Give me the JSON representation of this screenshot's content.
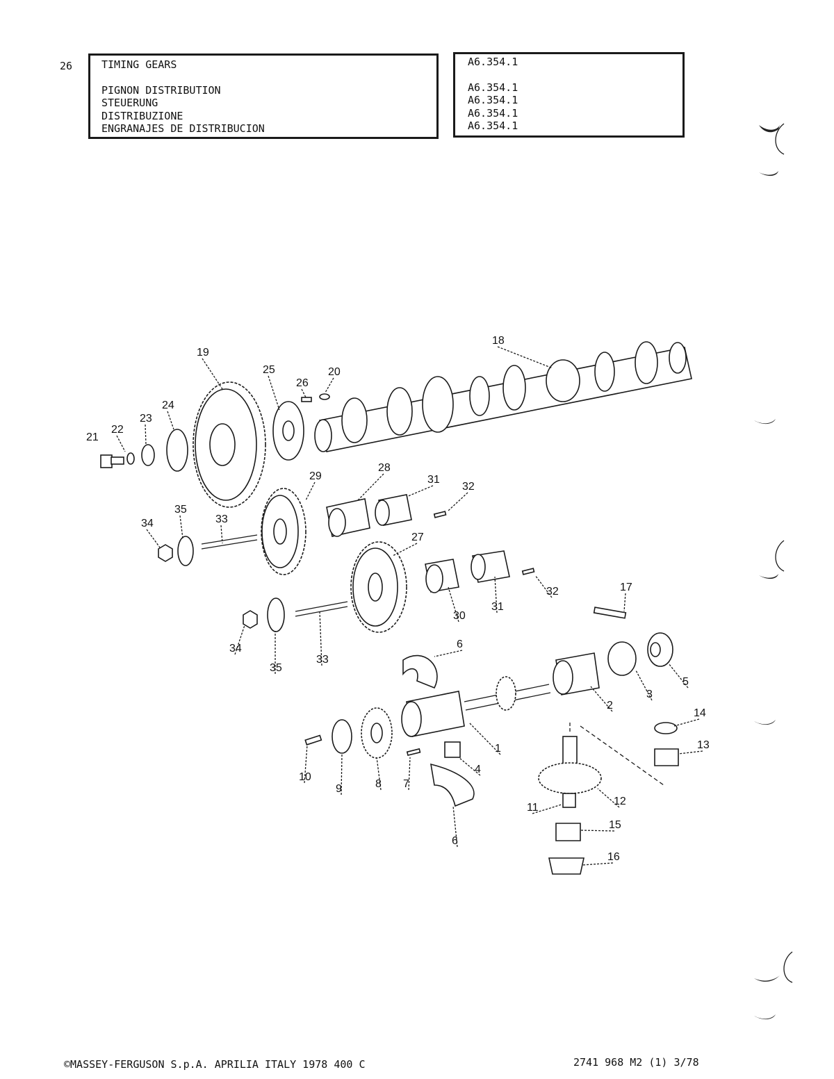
{
  "header": {
    "page_number": "26",
    "titles": {
      "en": "TIMING GEARS",
      "fr": "PIGNON DISTRIBUTION",
      "de": "STEUERUNG",
      "it": "DISTRIBUZIONE",
      "es": "ENGRANAJES DE DISTRIBUCION"
    },
    "model_codes": [
      "A6.354.1",
      "A6.354.1",
      "A6.354.1",
      "A6.354.1",
      "A6.354.1"
    ]
  },
  "diagram": {
    "part_labels": [
      "1",
      "2",
      "3",
      "4",
      "5",
      "6",
      "6",
      "7",
      "8",
      "9",
      "10",
      "11",
      "12",
      "13",
      "14",
      "15",
      "16",
      "17",
      "18",
      "19",
      "20",
      "21",
      "22",
      "23",
      "24",
      "25",
      "26",
      "27",
      "28",
      "29",
      "30",
      "31",
      "31",
      "32",
      "32",
      "33",
      "33",
      "34",
      "34",
      "35",
      "35"
    ]
  },
  "footer": {
    "copyright": "©MASSEY-FERGUSON S.p.A. APRILIA ITALY 1978  400 C",
    "reference": "2741 968 M2 (1) 3/78"
  }
}
